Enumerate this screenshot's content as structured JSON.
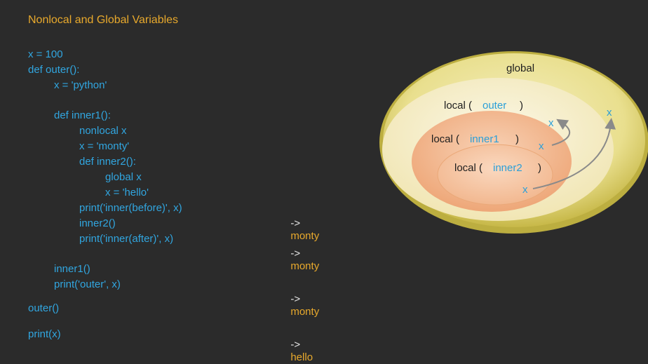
{
  "title": "Nonlocal and Global Variables",
  "code_lines": [
    "x = 100",
    "def outer():",
    "x = 'python'",
    "def inner1():",
    "nonlocal x",
    "x = 'monty'",
    "def inner2():",
    "global x",
    "x = 'hello'",
    "print('inner(before)', x)",
    "inner2()",
    "print('inner(after)', x)",
    "inner1()",
    "print('outer', x)",
    "outer()",
    "print(x)"
  ],
  "outputs": [
    {
      "arrow": "->",
      "value": "monty"
    },
    {
      "arrow": "->",
      "value": "monty"
    },
    {
      "arrow": "->",
      "value": "monty"
    },
    {
      "arrow": "->",
      "value": "hello"
    }
  ],
  "diagram": {
    "global_label": "global",
    "scopes": [
      {
        "prefix": "local (",
        "name": "outer",
        "suffix": ")"
      },
      {
        "prefix": "local (",
        "name": "inner1",
        "suffix": ")"
      },
      {
        "prefix": "local (",
        "name": "inner2",
        "suffix": ")"
      }
    ],
    "var_marker": "x",
    "colors": {
      "global_fill": "#efe7a4",
      "global_rim": "#c3b54a",
      "outer_fill": "#f6efcd",
      "inner1_fill": "#f3b890",
      "inner2_fill": "#f7c3a0",
      "name_blue": "#2b9fd8",
      "arrow_gray": "#8a8a8a"
    }
  }
}
